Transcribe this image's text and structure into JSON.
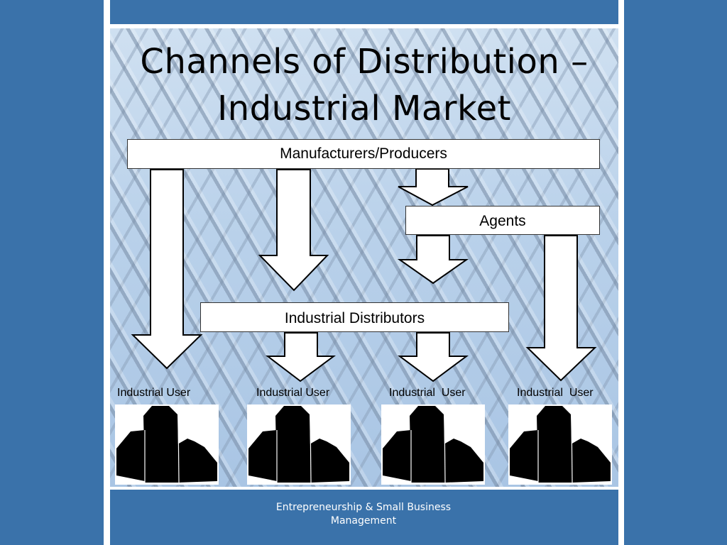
{
  "slide": {
    "title_line1": "Channels of Distribution –",
    "title_line2": "Industrial Market",
    "footer_line1": "Entrepreneurship & Small Business",
    "footer_line2": "Management"
  },
  "diagram": {
    "top_box": "Manufacturers/Producers",
    "agents_box": "Agents",
    "distributors_box": "Industrial Distributors",
    "users": [
      "Industrial User",
      "Industrial User",
      "Industrial  User",
      "Industrial  User"
    ]
  },
  "icons": {
    "arrow": "down-arrow-icon",
    "building": "building-icon"
  },
  "colors": {
    "frame_blue": "#3a72aa",
    "box_fill": "#ffffff",
    "building_black": "#000000"
  }
}
